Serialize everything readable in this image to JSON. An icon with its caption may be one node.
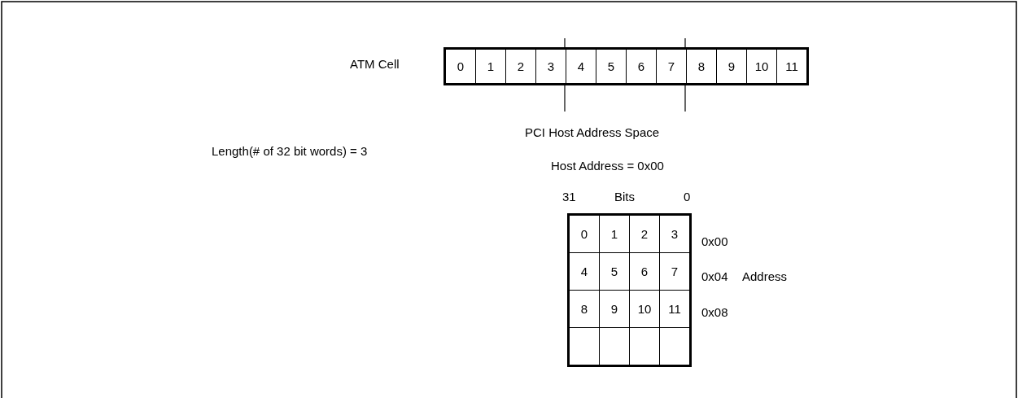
{
  "diagram": {
    "nodes": [
      {
        "text": [],
        "shape": "box"
      },
      {
        "text": [
          "0"
        ],
        "in": 0
      },
      {
        "text": [
          "1"
        ],
        "in": 0
      },
      {
        "text": [
          "2"
        ],
        "in": 0
      },
      {
        "text": [
          "3"
        ],
        "in": 0
      },
      {
        "text": [
          "4"
        ],
        "in": 0
      },
      {
        "text": [
          "5"
        ],
        "in": 0
      },
      {
        "text": [
          "6"
        ],
        "in": 0
      },
      {
        "text": [
          "7"
        ],
        "in": 0
      },
      {
        "text": [
          "8"
        ],
        "in": 0
      },
      {
        "text": [
          "9"
        ],
        "in": 0
      },
      {
        "text": [
          "10"
        ],
        "in": 0
      },
      {
        "text": [
          "11"
        ],
        "in": 0
      },
      {
        "text": [],
        "shape": "box"
      },
      {
        "text": [
          "0"
        ],
        "in": 13
      },
      {
        "text": [
          "1"
        ],
        "in": 13
      },
      {
        "text": [
          "2"
        ],
        "in": 13
      },
      {
        "text": [
          "3"
        ],
        "in": 13
      },
      {
        "text": [
          "4"
        ],
        "in": 13
      },
      {
        "text": [
          "5"
        ],
        "in": 13
      },
      {
        "text": [
          "6"
        ],
        "in": 13
      },
      {
        "text": [
          "7"
        ],
        "in": 13
      },
      {
        "text": [
          "8"
        ],
        "in": 13
      },
      {
        "text": [
          "9"
        ],
        "in": 13
      },
      {
        "text": [
          "10"
        ],
        "in": 13
      },
      {
        "text": [
          "11"
        ],
        "in": 13
      },
      {
        "text": [],
        "shape": "box",
        "in": 13
      },
      {
        "text": [],
        "shape": "box",
        "in": 13
      },
      {
        "text": [],
        "shape": "box",
        "in": 13
      },
      {
        "text": [],
        "shape": "box",
        "in": 13
      }
    ],
    "labels": [
      "ATM Cell",
      "PCI Host Address Space",
      "Length(# of 32 bit words) = 3",
      "Host Address = 0x00",
      "31",
      "Bits",
      "0",
      "0x00",
      "0x04",
      "Address",
      "0x08"
    ]
  }
}
